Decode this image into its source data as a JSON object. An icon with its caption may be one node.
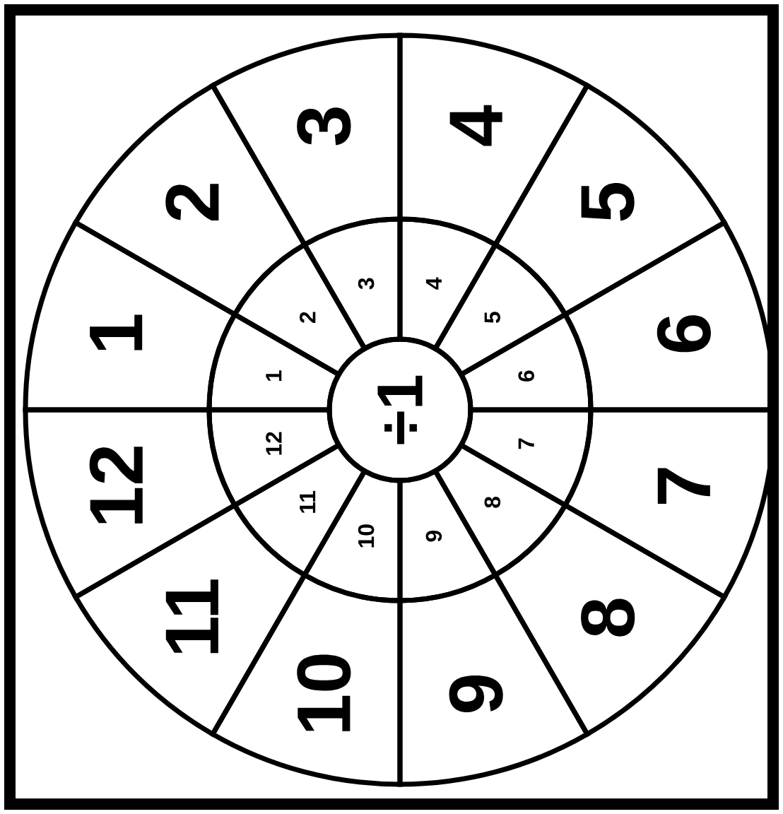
{
  "diagram": {
    "nodes": [
      {
        "text": [
          "÷1"
        ]
      },
      {
        "text": [
          "1"
        ]
      },
      {
        "text": [
          "2"
        ]
      },
      {
        "text": [
          "3"
        ]
      },
      {
        "text": [
          "4"
        ]
      },
      {
        "text": [
          "5"
        ]
      },
      {
        "text": [
          "6"
        ]
      },
      {
        "text": [
          "7"
        ]
      },
      {
        "text": [
          "8"
        ]
      },
      {
        "text": [
          "9"
        ]
      },
      {
        "text": [
          "10"
        ]
      },
      {
        "text": [
          "11"
        ]
      },
      {
        "text": [
          "12"
        ]
      },
      {
        "text": [
          "1"
        ]
      },
      {
        "text": [
          "2"
        ]
      },
      {
        "text": [
          "3"
        ]
      },
      {
        "text": [
          "4"
        ]
      },
      {
        "text": [
          "5"
        ]
      },
      {
        "text": [
          "6"
        ]
      },
      {
        "text": [
          "7"
        ]
      },
      {
        "text": [
          "8"
        ]
      },
      {
        "text": [
          "9"
        ]
      },
      {
        "text": [
          "10"
        ]
      },
      {
        "text": [
          "11"
        ]
      },
      {
        "text": [
          "12"
        ]
      }
    ]
  }
}
